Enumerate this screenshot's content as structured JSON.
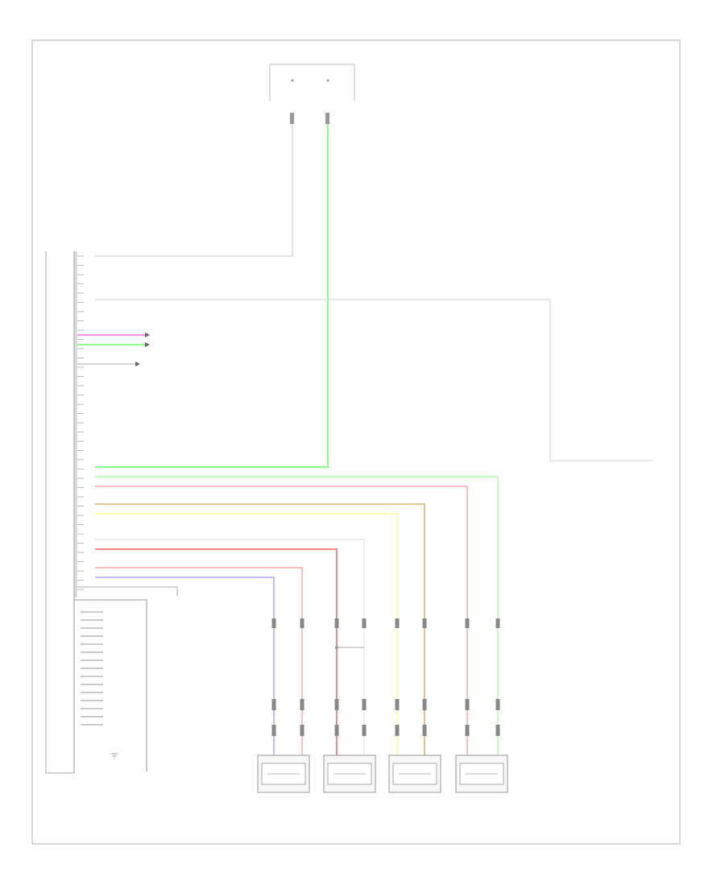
{
  "diagram": {
    "footer": "",
    "top_connector": {
      "title": "",
      "pin_a": "",
      "pin_b": "",
      "note": ""
    },
    "module": {
      "name": "",
      "pins": []
    },
    "sensors": [
      {
        "id": "sensor-1",
        "name": "",
        "wires": [
          "#aaaaff",
          "#ffaaaa"
        ]
      },
      {
        "id": "sensor-2",
        "name": "",
        "wires": [
          "#ff8888",
          "#dddddd"
        ]
      },
      {
        "id": "sensor-3",
        "name": "",
        "wires": [
          "#ffff99",
          "#d8b070"
        ]
      },
      {
        "id": "sensor-4",
        "name": "",
        "wires": [
          "#ffaaaa",
          "#aaffaa"
        ]
      }
    ],
    "wire_colors": {
      "green": "#88ff88",
      "light_green": "#aaffaa",
      "magenta": "#ff66ff",
      "pink": "#ffaaaa",
      "red": "#ff8888",
      "yellow": "#ffff99",
      "tan": "#d8b070",
      "blue": "#aaaaff",
      "gray": "#c8c8c8"
    }
  }
}
